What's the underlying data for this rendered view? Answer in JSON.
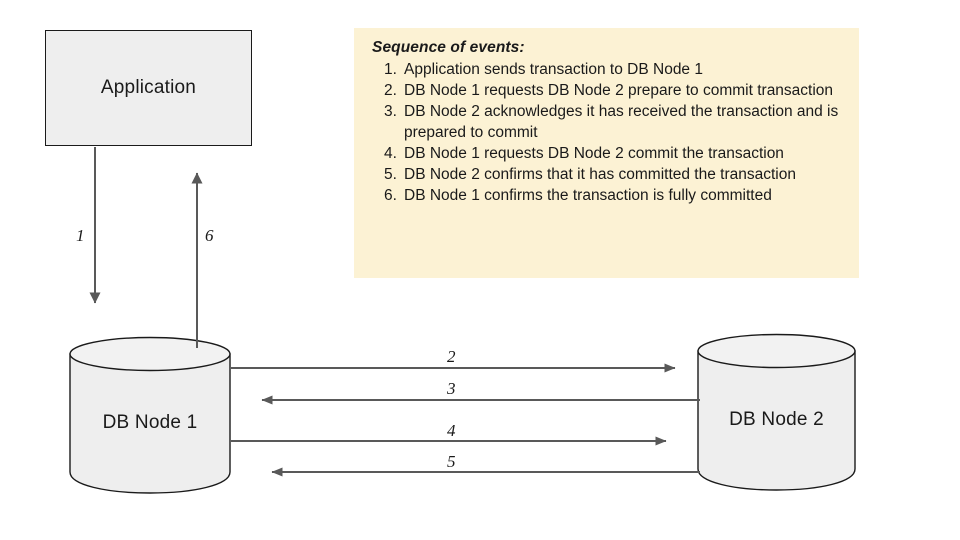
{
  "diagram": {
    "title_hidden": "",
    "colors": {
      "node_fill": "#eeeeee",
      "node_stroke": "#1a1a1a",
      "arrow": "#595959",
      "legend_bg": "#fcf2d4",
      "text": "#1a1a1a"
    },
    "nodes": [
      {
        "id": "application",
        "label": "Application",
        "shape": "rectangle"
      },
      {
        "id": "db-node-1",
        "label": "DB Node 1",
        "shape": "cylinder"
      },
      {
        "id": "db-node-2",
        "label": "DB Node 2",
        "shape": "cylinder"
      }
    ],
    "edges": [
      {
        "id": "edge-1",
        "label": "1",
        "from": "application",
        "to": "db-node-1",
        "direction": "down"
      },
      {
        "id": "edge-2",
        "label": "2",
        "from": "db-node-1",
        "to": "db-node-2",
        "direction": "right"
      },
      {
        "id": "edge-3",
        "label": "3",
        "from": "db-node-2",
        "to": "db-node-1",
        "direction": "left"
      },
      {
        "id": "edge-4",
        "label": "4",
        "from": "db-node-1",
        "to": "db-node-2",
        "direction": "right"
      },
      {
        "id": "edge-5",
        "label": "5",
        "from": "db-node-2",
        "to": "db-node-1",
        "direction": "left"
      },
      {
        "id": "edge-6",
        "label": "6",
        "from": "db-node-1",
        "to": "application",
        "direction": "up"
      }
    ]
  },
  "legend": {
    "title": "Sequence of events:",
    "items": [
      {
        "num": "1.",
        "text": "Application sends transaction to DB Node 1"
      },
      {
        "num": "2.",
        "text": "DB Node 1 requests DB Node 2 prepare to commit transaction"
      },
      {
        "num": "3.",
        "text": "DB Node 2 acknowledges it has received the transaction and is prepared to commit"
      },
      {
        "num": "4.",
        "text": "DB Node 1 requests DB Node 2 commit the transaction"
      },
      {
        "num": "5.",
        "text": "DB Node 2 confirms that it has committed the transaction"
      },
      {
        "num": "6.",
        "text": "DB Node 1 confirms the transaction is fully committed"
      }
    ]
  }
}
